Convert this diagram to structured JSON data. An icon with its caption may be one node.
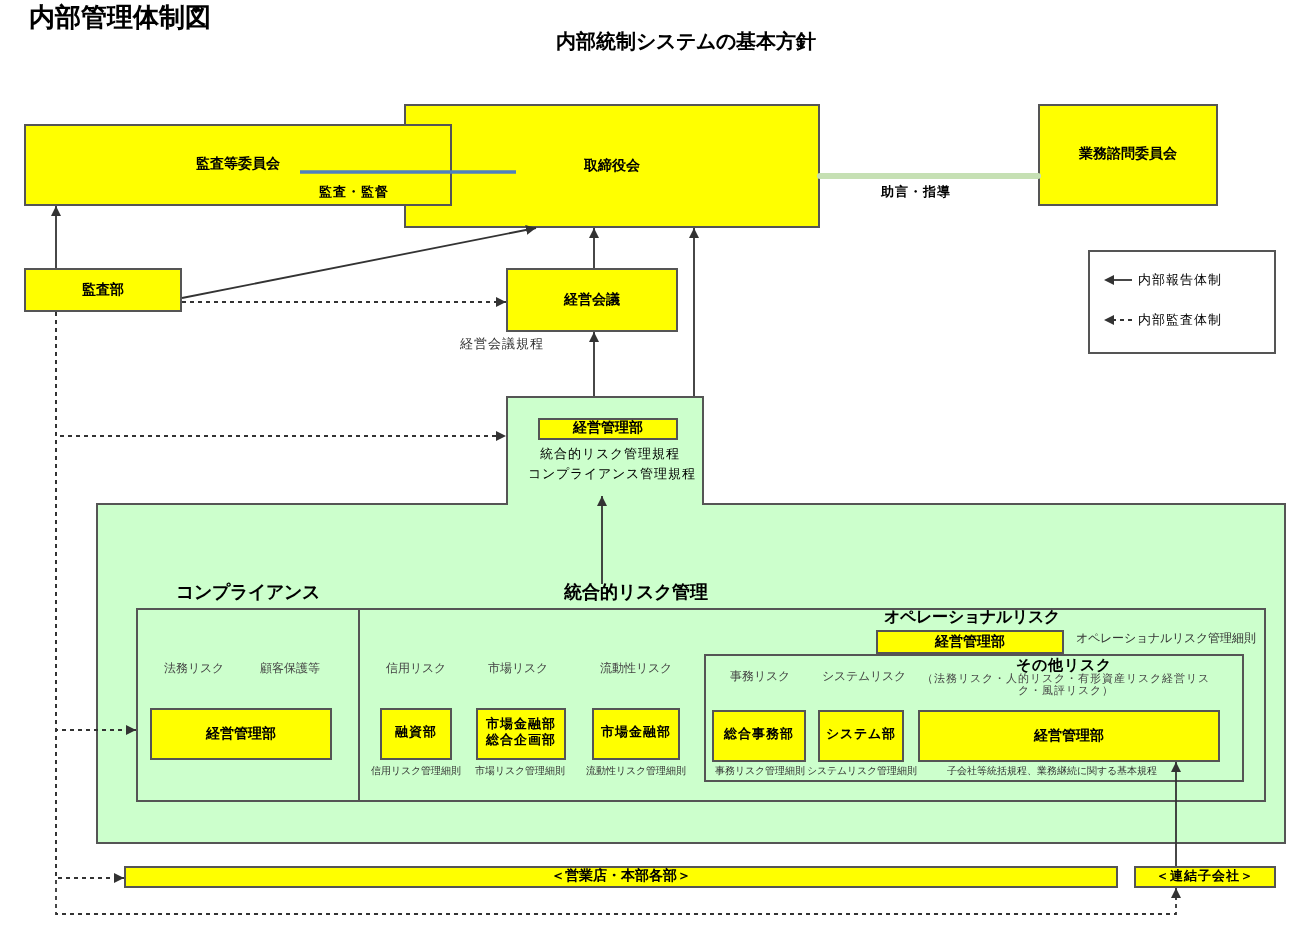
{
  "diagram": {
    "title": "内部管理体制図",
    "nodes": [
      {
        "text": [
          "監査等委員会"
        ]
      },
      {
        "text": [
          "取締役会"
        ]
      },
      {
        "text": [
          "業務諮問委員会"
        ]
      },
      {
        "text": [
          "監査部"
        ]
      },
      {
        "text": [
          "経営会議"
        ],
        "beside": [
          "経営会議規程"
        ]
      },
      {
        "text": [],
        "shape": "box"
      },
      {
        "text": [
          "経営管理部",
          "統合的リスク管理規程",
          "コンプライアンス管理規程"
        ],
        "in": 5
      },
      {
        "text": [
          "コンプライアンス",
          "法務リスク",
          "顧客保護等"
        ],
        "in": 5
      },
      {
        "text": [
          "統合的リスク管理",
          "信用リスク",
          "市場リスク",
          "流動性リスク"
        ],
        "in": 5
      },
      {
        "text": [
          "経営管理部"
        ],
        "in": 7
      },
      {
        "text": [
          "融資部"
        ],
        "in": 8,
        "beside": [
          "信用リスク管理細則"
        ]
      },
      {
        "text": [
          "市場金融部",
          "総合企画部"
        ],
        "in": 8,
        "beside": [
          "市場リスク管理細則"
        ]
      },
      {
        "text": [
          "市場金融部"
        ],
        "in": 8,
        "beside": [
          "流動性リスク管理細則"
        ]
      },
      {
        "text": [
          "オペレーショナルリスク",
          "事務リスク",
          "システムリスク",
          "その他リスク",
          "（法務リスク・人的リスク・有形資産リスク経営リスク・風評リスク）"
        ],
        "in": 8
      },
      {
        "text": [
          "経営管理部"
        ],
        "in": 8,
        "beside": [
          "オペレーショナルリスク管理細則"
        ]
      },
      {
        "text": [
          "総合事務部"
        ],
        "in": 13,
        "beside": [
          "事務リスク管理細則"
        ]
      },
      {
        "text": [
          "システム部"
        ],
        "in": 13,
        "beside": [
          "システムリスク管理細則"
        ]
      },
      {
        "text": [
          "経営管理部"
        ],
        "in": 13,
        "beside": [
          "子会社等統括規程、業務継続に関する基本規程"
        ]
      },
      {
        "text": [
          "＜営業店・本部各部＞"
        ]
      },
      {
        "text": [
          "＜連結子会社＞"
        ]
      }
    ],
    "edges": [
      {
        "from": 3,
        "to": 0,
        "arrow": "to"
      },
      {
        "from": 3,
        "to": 1,
        "arrow": "to"
      },
      {
        "from": 4,
        "to": 1,
        "arrow": "to"
      },
      {
        "from": 5,
        "to": 4,
        "arrow": "to"
      },
      {
        "from": 5,
        "to": 1,
        "arrow": "to"
      },
      {
        "from": 8,
        "to": 6,
        "arrow": "to"
      },
      {
        "from": 0,
        "to": 1,
        "arrow": "none",
        "label": "監査・監督",
        "color": "#4f81bd"
      },
      {
        "from": 1,
        "to": 2,
        "arrow": "none",
        "label": "助言・指導",
        "style": "thick",
        "color": "#c6e0b4"
      },
      {
        "from": 3,
        "to": 4,
        "arrow": "to",
        "style": "dashed"
      },
      {
        "from": 3,
        "to": 5,
        "arrow": "to",
        "style": "dashed"
      },
      {
        "from": 3,
        "to": 7,
        "arrow": "to",
        "style": "dashed"
      },
      {
        "from": 3,
        "to": 18,
        "arrow": "to",
        "style": "dashed"
      },
      {
        "from": 3,
        "to": 19,
        "arrow": "to",
        "style": "dashed"
      },
      {
        "from": 19,
        "to": 17,
        "arrow": "to"
      }
    ],
    "labels": [
      "内部統制システムの基本方針"
    ],
    "legend": [
      {
        "text": "内部報告体制"
      },
      {
        "text": "内部監査体制"
      }
    ]
  }
}
